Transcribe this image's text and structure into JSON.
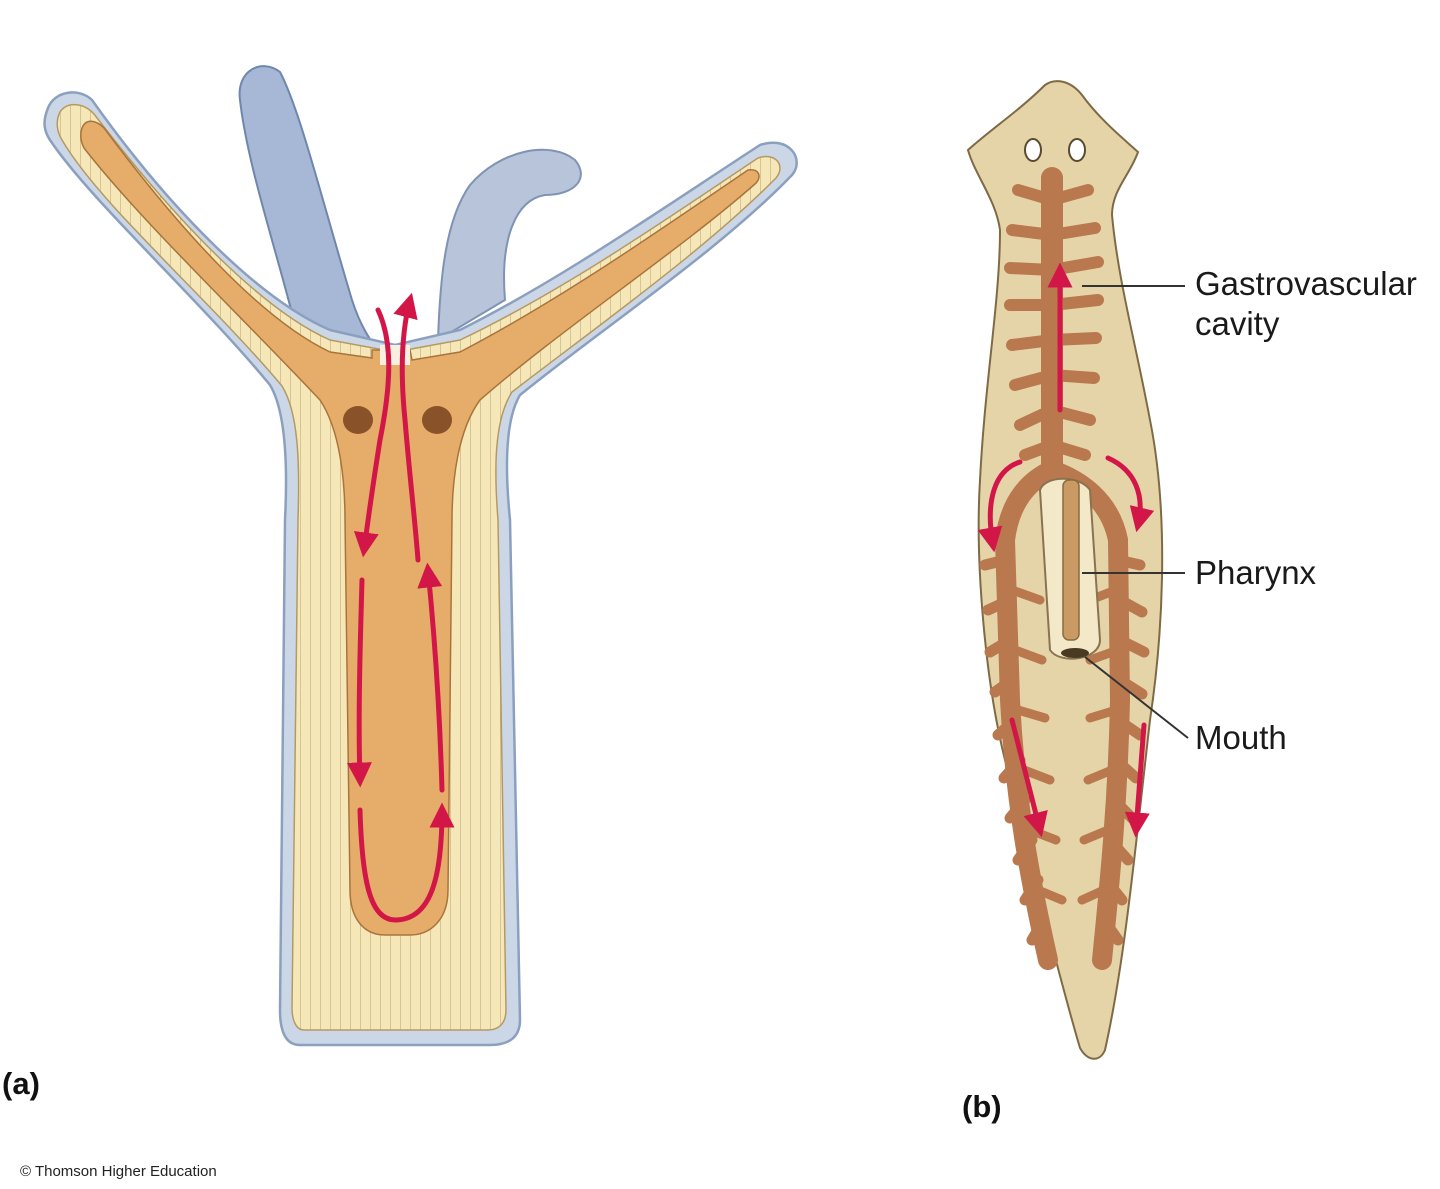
{
  "panels": {
    "a": {
      "label": "(a)"
    },
    "b": {
      "label": "(b)"
    }
  },
  "labels": {
    "gastrovascular_line1": "Gastrovascular",
    "gastrovascular_line2": "cavity",
    "pharynx": "Pharynx",
    "mouth": "Mouth"
  },
  "credit": "© Thomson Higher Education",
  "colors": {
    "outer_layer": "#c9d6e6",
    "tissue": "#f6e7b9",
    "cavity": "#e6ad6a",
    "tentacle_prey": "#9fb3d3",
    "flatworm_body": "#e6d4a9",
    "gut_branches": "#b9784e",
    "flow_arrow": "#d21748"
  }
}
